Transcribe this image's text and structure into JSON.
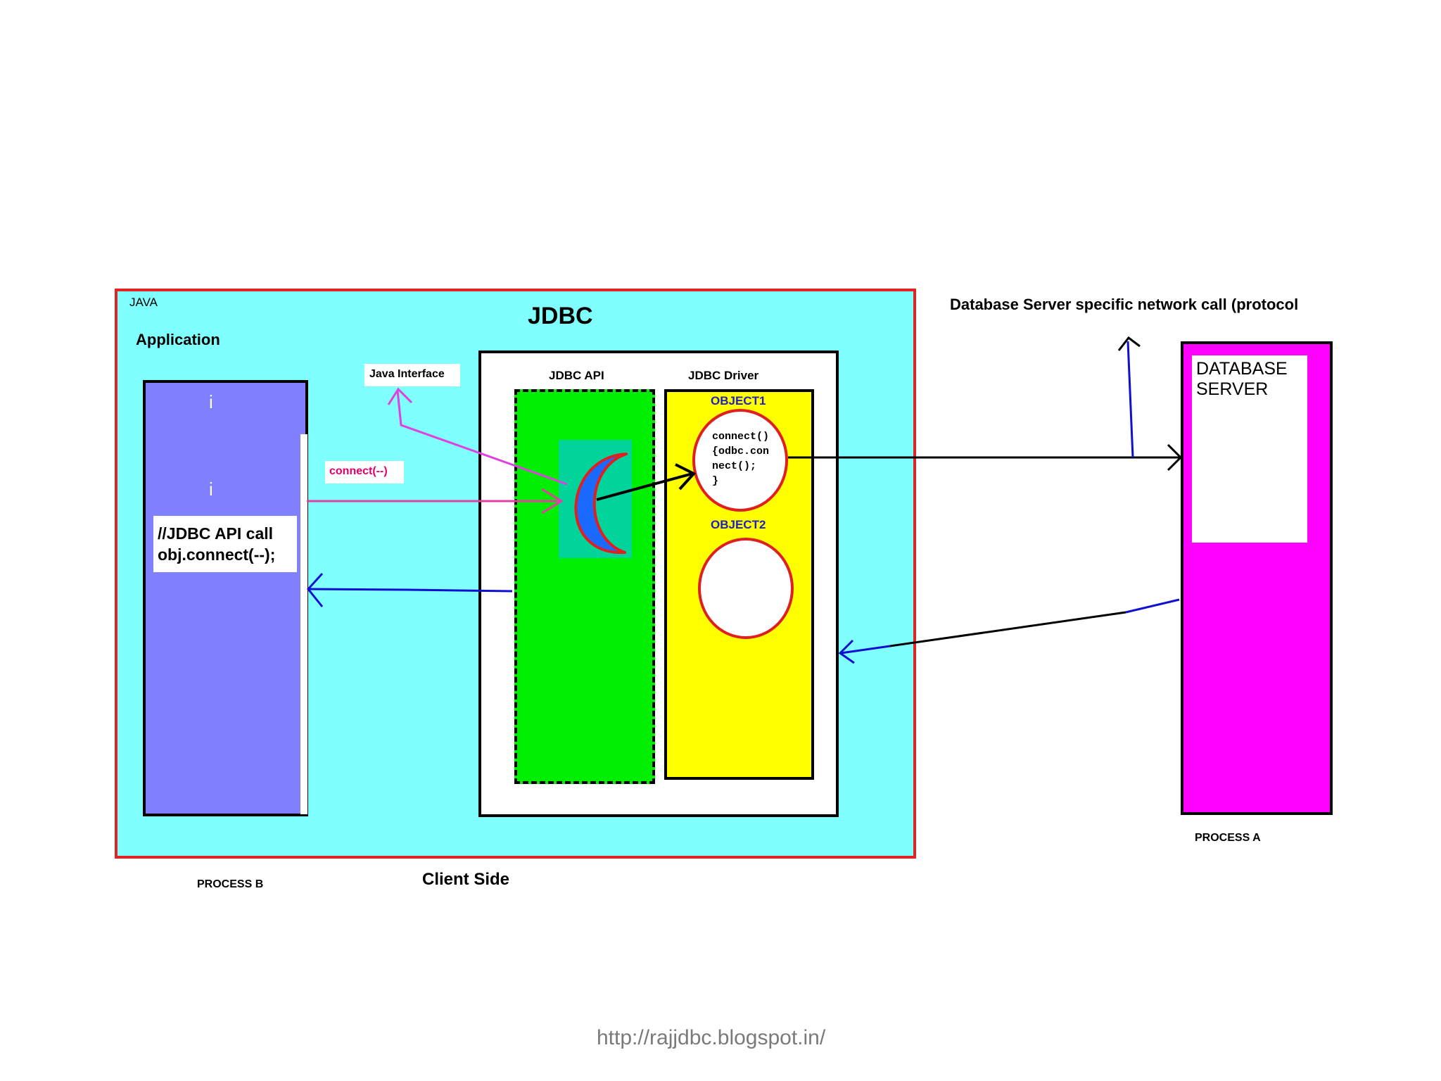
{
  "labels": {
    "java": "JAVA",
    "application": "Application",
    "jdbc_title": "JDBC",
    "java_interface": "Java Interface",
    "connect_call": "connect(--)",
    "jdbc_api": "JDBC API",
    "jdbc_driver": "JDBC Driver",
    "object1": "OBJECT1",
    "object2": "OBJECT2",
    "network_call": "Database Server specific network call  (protocol",
    "database_server_line1": "DATABASE",
    "database_server_line2": "SERVER",
    "process_a": "PROCESS A",
    "process_b": "PROCESS B",
    "client_side": "Client Side",
    "footer_url": "http://rajjdbc.blogspot.in/"
  },
  "process_b": {
    "dot_marks": [
      "i",
      "i"
    ],
    "code_lines": [
      "//JDBC API call",
      "obj.connect(--);"
    ]
  },
  "object1_code": [
    "connect()",
    "{odbc.con",
    "nect();",
    "}"
  ],
  "colors": {
    "client_bg": "#80ffff",
    "client_border": "#e02424",
    "process_b_bg": "#8080ff",
    "jdbc_api_bg": "#00ee00",
    "jdbc_driver_bg": "#ffff00",
    "db_server_bg": "#ff00ff",
    "moon": "#1a6aff",
    "arrow_magenta": "#e040e0",
    "arrow_blue": "#1010d0",
    "object_outline": "#e02020"
  }
}
